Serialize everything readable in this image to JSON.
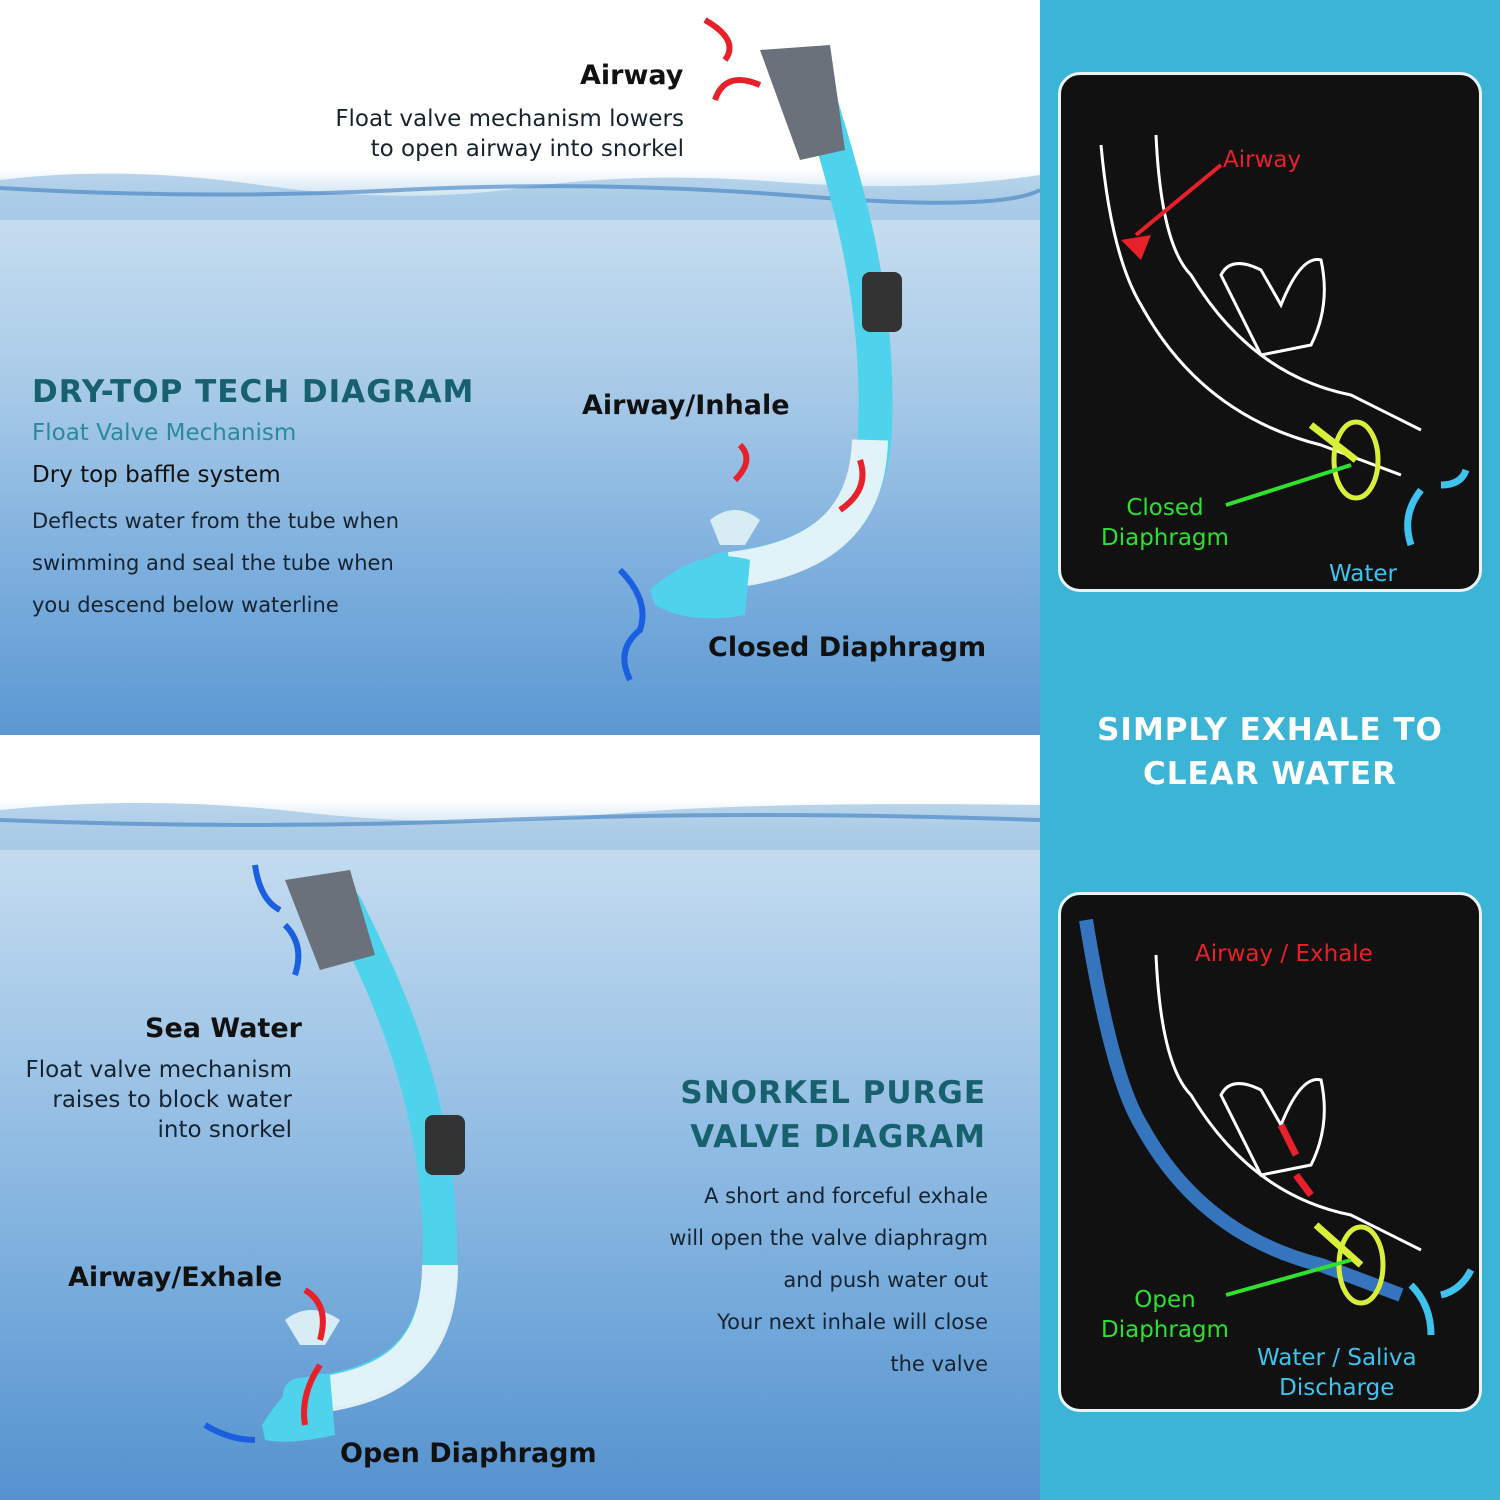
{
  "top_panel": {
    "airway_label": "Airway",
    "airway_desc": [
      "Float valve mechanism lowers",
      "to open airway into snorkel"
    ],
    "title": "DRY-TOP TECH DIAGRAM",
    "subtitle": "Float Valve Mechanism",
    "heading": "Dry top baffle system",
    "body": [
      "Deflects water from the tube when",
      "swimming and seal the tube when",
      "you descend below waterline"
    ],
    "inhale_label": "Airway/Inhale",
    "diaphragm_label": "Closed Diaphragm"
  },
  "bottom_panel": {
    "sea_water_label": "Sea Water",
    "sea_water_desc": [
      "Float valve mechanism",
      "raises to block water",
      "into snorkel"
    ],
    "exhale_label": "Airway/Exhale",
    "diaphragm_label": "Open Diaphragm",
    "title": [
      "SNORKEL PURGE",
      "VALVE DIAGRAM"
    ],
    "body": [
      "A short and forceful exhale",
      "will open the valve diaphragm",
      "and push water out",
      "Your next inhale will close",
      "the valve"
    ]
  },
  "right_panel": {
    "box1": {
      "airway": "Airway",
      "diaphragm": [
        "Closed",
        "Diaphragm"
      ],
      "water": "Water"
    },
    "cta": [
      "SIMPLY EXHALE TO",
      "CLEAR WATER"
    ],
    "box2": {
      "airway": "Airway / Exhale",
      "diaphragm": [
        "Open",
        "Diaphragm"
      ],
      "water": [
        "Water / Saliva",
        "Discharge"
      ]
    }
  },
  "colors": {
    "accent_teal": "#17606e",
    "panel_blue": "#3bb4d6",
    "red": "#e8202a",
    "green": "#2fe02f",
    "cyan": "#3ec3ee",
    "snorkel": "#4fd3ec"
  }
}
